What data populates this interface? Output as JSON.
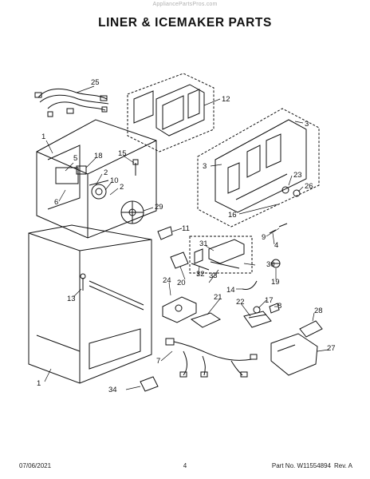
{
  "watermark": "AppliancePartsPros.com",
  "title": "LINER & ICEMAKER PARTS",
  "callouts": {
    "p1a": "1",
    "p1b": "1",
    "p2a": "2",
    "p2b": "2",
    "p3a": "3",
    "p3b": "3",
    "p4": "4",
    "p5": "5",
    "p6": "6",
    "p7": "7",
    "p8": "8",
    "p9": "9",
    "p10": "10",
    "p11": "11",
    "p12": "12",
    "p13": "13",
    "p14": "14",
    "p15": "15",
    "p16": "16",
    "p17": "17",
    "p18": "18",
    "p19": "19",
    "p20": "20",
    "p21": "21",
    "p22": "22",
    "p23": "23",
    "p24": "24",
    "p25": "25",
    "p26": "26",
    "p27": "27",
    "p28": "28",
    "p29": "29",
    "p30": "30",
    "p31": "31",
    "p32": "32",
    "p33": "33",
    "p34": "34"
  },
  "footer": {
    "date": "07/06/2021",
    "page": "4",
    "part_no": "Part No. W11554894",
    "rev": "Rev. A"
  }
}
